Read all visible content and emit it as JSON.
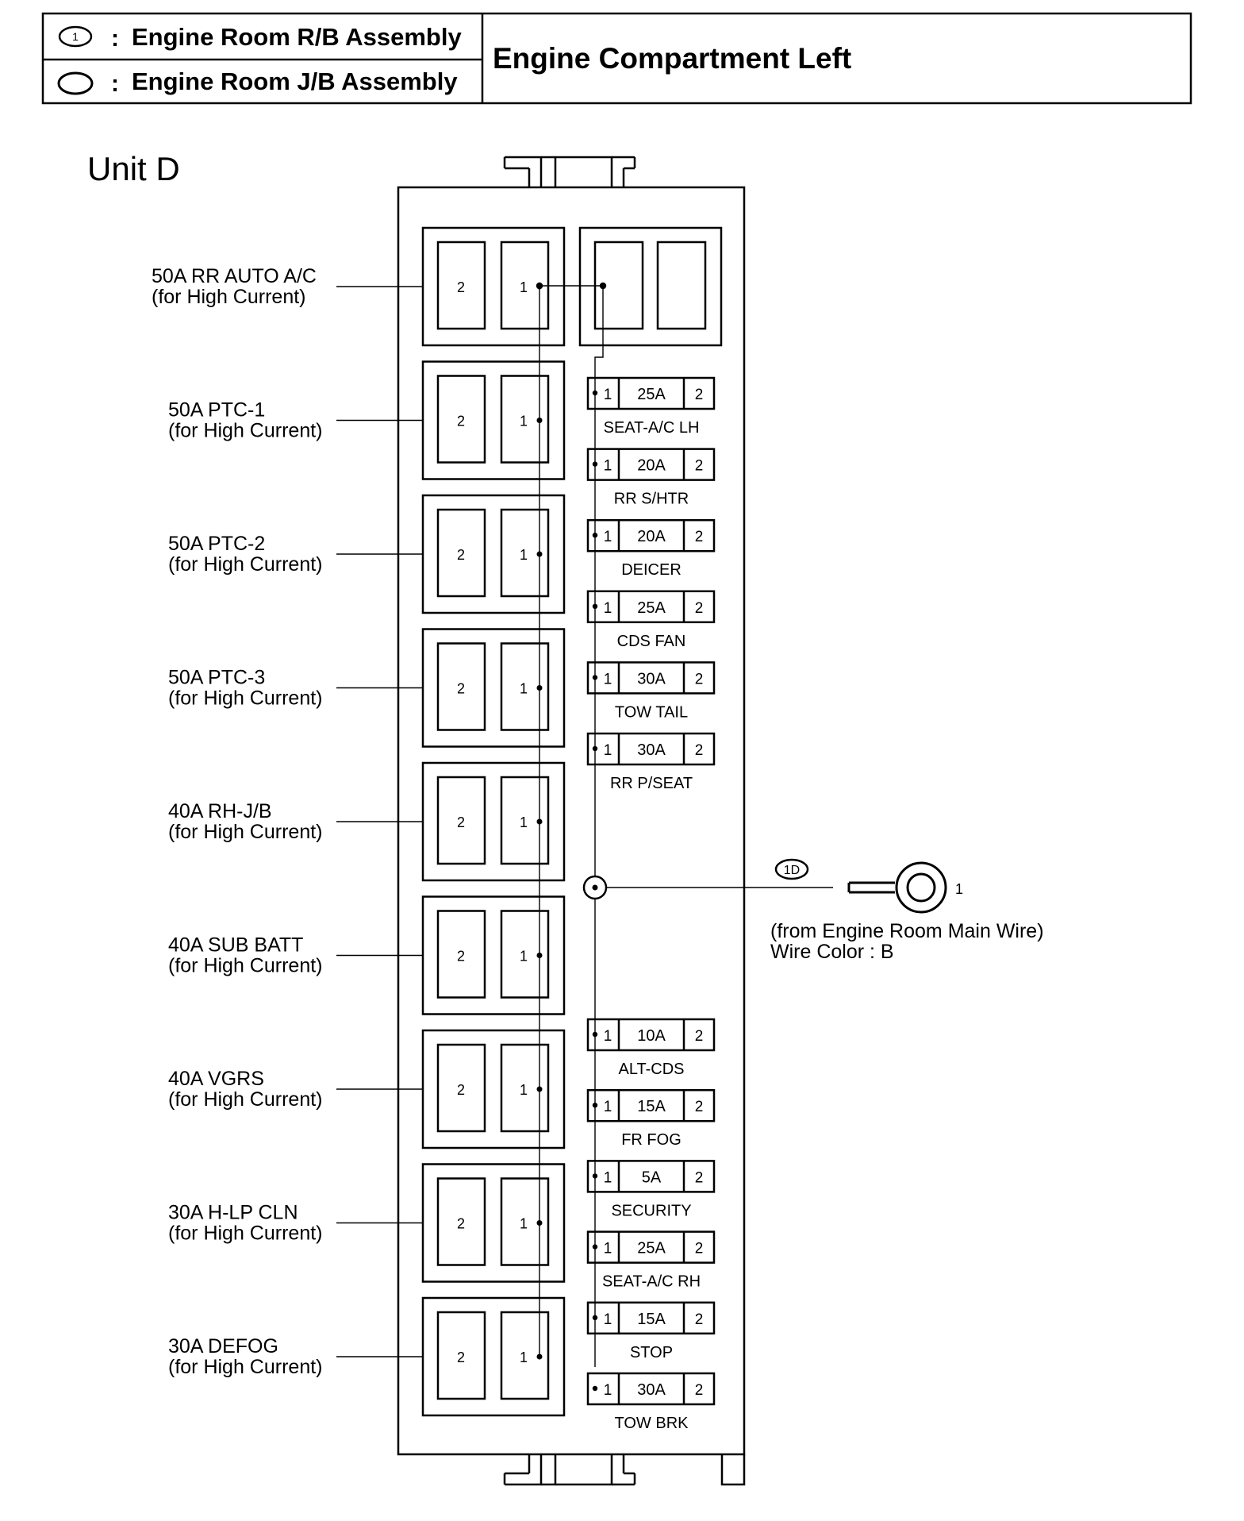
{
  "legend": {
    "rb_symbol": "1",
    "rb_text": "Engine Room R/B Assembly",
    "jb_text": "Engine Room J/B Assembly",
    "separator": ":"
  },
  "header": {
    "title": "Engine Compartment Left"
  },
  "unit": {
    "title": "Unit D"
  },
  "large_fuses": [
    {
      "name": "50A RR AUTO A/C",
      "sub": "(for High Current)",
      "pin_left": "2",
      "pin_right": "1"
    },
    {
      "name": "50A PTC-1",
      "sub": "(for High Current)",
      "pin_left": "2",
      "pin_right": "1"
    },
    {
      "name": "50A PTC-2",
      "sub": "(for High Current)",
      "pin_left": "2",
      "pin_right": "1"
    },
    {
      "name": "50A PTC-3",
      "sub": "(for High Current)",
      "pin_left": "2",
      "pin_right": "1"
    },
    {
      "name": "40A RH-J/B",
      "sub": "(for High Current)",
      "pin_left": "2",
      "pin_right": "1"
    },
    {
      "name": "40A SUB BATT",
      "sub": "(for High Current)",
      "pin_left": "2",
      "pin_right": "1"
    },
    {
      "name": "40A VGRS",
      "sub": "(for High Current)",
      "pin_left": "2",
      "pin_right": "1"
    },
    {
      "name": "30A H-LP CLN",
      "sub": "(for High Current)",
      "pin_left": "2",
      "pin_right": "1"
    },
    {
      "name": "30A DEFOG",
      "sub": "(for High Current)",
      "pin_left": "2",
      "pin_right": "1"
    }
  ],
  "small_fuses_upper": [
    {
      "pin1": "1",
      "amp": "25A",
      "pin2": "2",
      "name": "SEAT-A/C LH"
    },
    {
      "pin1": "1",
      "amp": "20A",
      "pin2": "2",
      "name": "RR S/HTR"
    },
    {
      "pin1": "1",
      "amp": "20A",
      "pin2": "2",
      "name": "DEICER"
    },
    {
      "pin1": "1",
      "amp": "25A",
      "pin2": "2",
      "name": "CDS FAN"
    },
    {
      "pin1": "1",
      "amp": "30A",
      "pin2": "2",
      "name": "TOW TAIL"
    },
    {
      "pin1": "1",
      "amp": "30A",
      "pin2": "2",
      "name": "RR P/SEAT"
    }
  ],
  "small_fuses_lower": [
    {
      "pin1": "1",
      "amp": "10A",
      "pin2": "2",
      "name": "ALT-CDS"
    },
    {
      "pin1": "1",
      "amp": "15A",
      "pin2": "2",
      "name": "FR FOG"
    },
    {
      "pin1": "1",
      "amp": "5A",
      "pin2": "2",
      "name": "SECURITY"
    },
    {
      "pin1": "1",
      "amp": "25A",
      "pin2": "2",
      "name": "SEAT-A/C RH"
    },
    {
      "pin1": "1",
      "amp": "15A",
      "pin2": "2",
      "name": "STOP"
    },
    {
      "pin1": "1",
      "amp": "30A",
      "pin2": "2",
      "name": "TOW BRK"
    }
  ],
  "terminal": {
    "code": "1D",
    "pin": "1",
    "source": "(from Engine Room Main Wire)",
    "wire_color": "Wire Color : B"
  }
}
